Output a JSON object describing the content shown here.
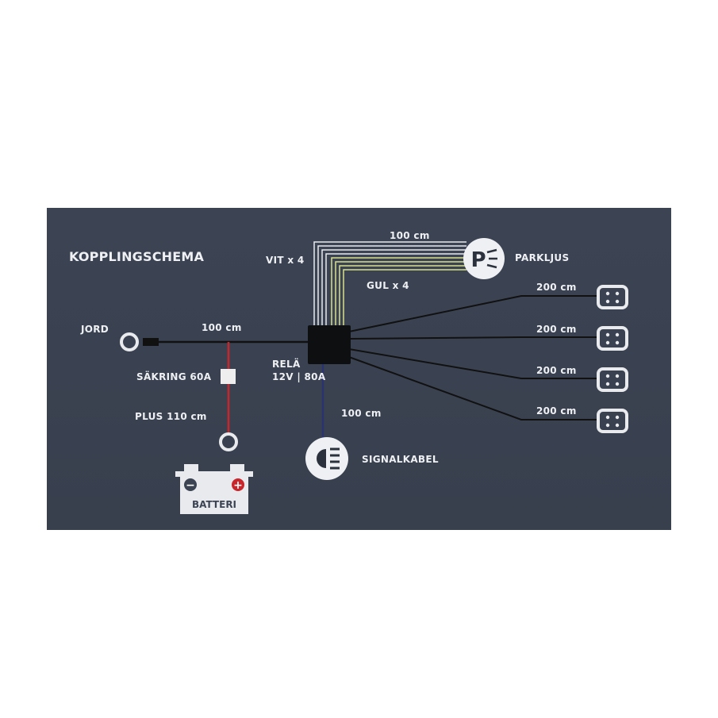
{
  "title": "KOPPLINGSCHEMA",
  "labels": {
    "jord": "JORD",
    "jord_length": "100 cm",
    "sakring": "SÄKRING 60A",
    "plus": "PLUS 110 cm",
    "batteri": "BATTERI",
    "battery_minus": "−",
    "battery_plus": "+",
    "rela": "RELÄ",
    "rela_spec": "12V | 80A",
    "vit": "VIT x 4",
    "gul": "GUL x 4",
    "parkljus_length": "100 cm",
    "parkljus": "PARKLJUS",
    "parkljus_icon_letter": "P",
    "signal_length": "100 cm",
    "signalkabel": "SIGNALKABEL",
    "connector_lengths": [
      "200 cm",
      "200 cm",
      "200 cm",
      "200 cm"
    ]
  },
  "colors": {
    "panel": "#3c4454",
    "wire_black": "#111111",
    "wire_red": "#c8262b",
    "wire_blue": "#2a3270",
    "wire_white": "#e8eaee",
    "wire_yellow": "#d8e08a",
    "text": "#eef0f3"
  }
}
